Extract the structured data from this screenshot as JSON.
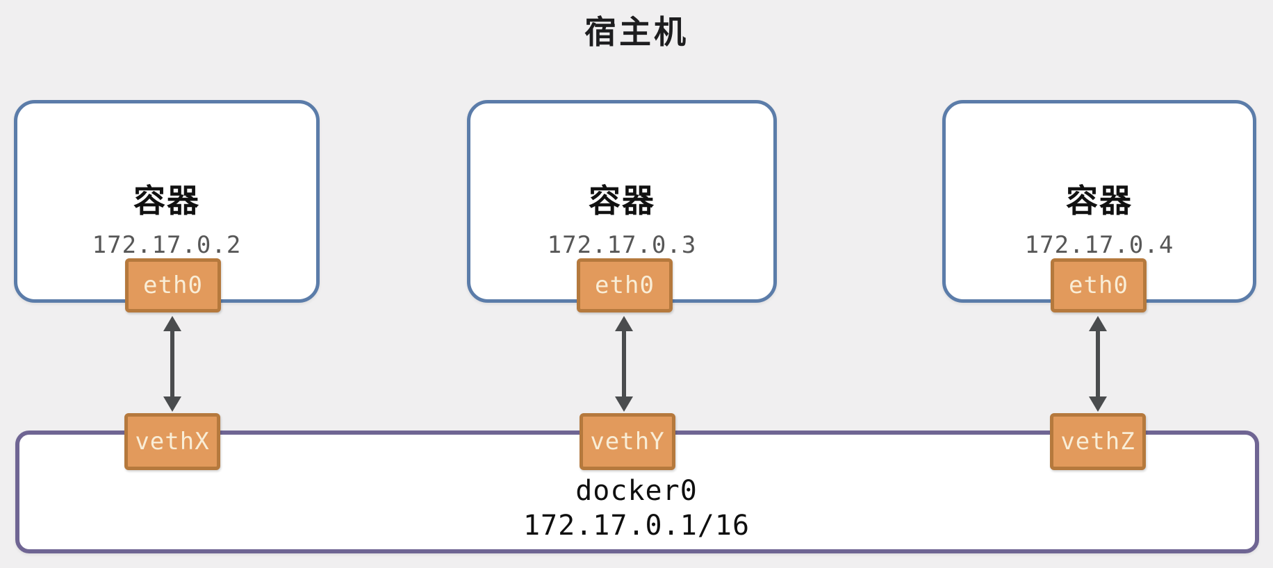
{
  "title": "宿主机",
  "containers": [
    {
      "label": "容器",
      "ip": "172.17.0.2",
      "interface": "eth0",
      "veth": "vethX"
    },
    {
      "label": "容器",
      "ip": "172.17.0.3",
      "interface": "eth0",
      "veth": "vethY"
    },
    {
      "label": "容器",
      "ip": "172.17.0.4",
      "interface": "eth0",
      "veth": "vethZ"
    }
  ],
  "bridge": {
    "name": "docker0",
    "cidr": "172.17.0.1/16"
  },
  "colors": {
    "background": "#f0eff0",
    "container_border": "#5b7ca9",
    "node_fill": "#e29a5c",
    "node_border": "#b5793d",
    "node_text": "#f9edd6",
    "bridge_border": "#6f6593",
    "arrow": "#4a4c4e"
  }
}
